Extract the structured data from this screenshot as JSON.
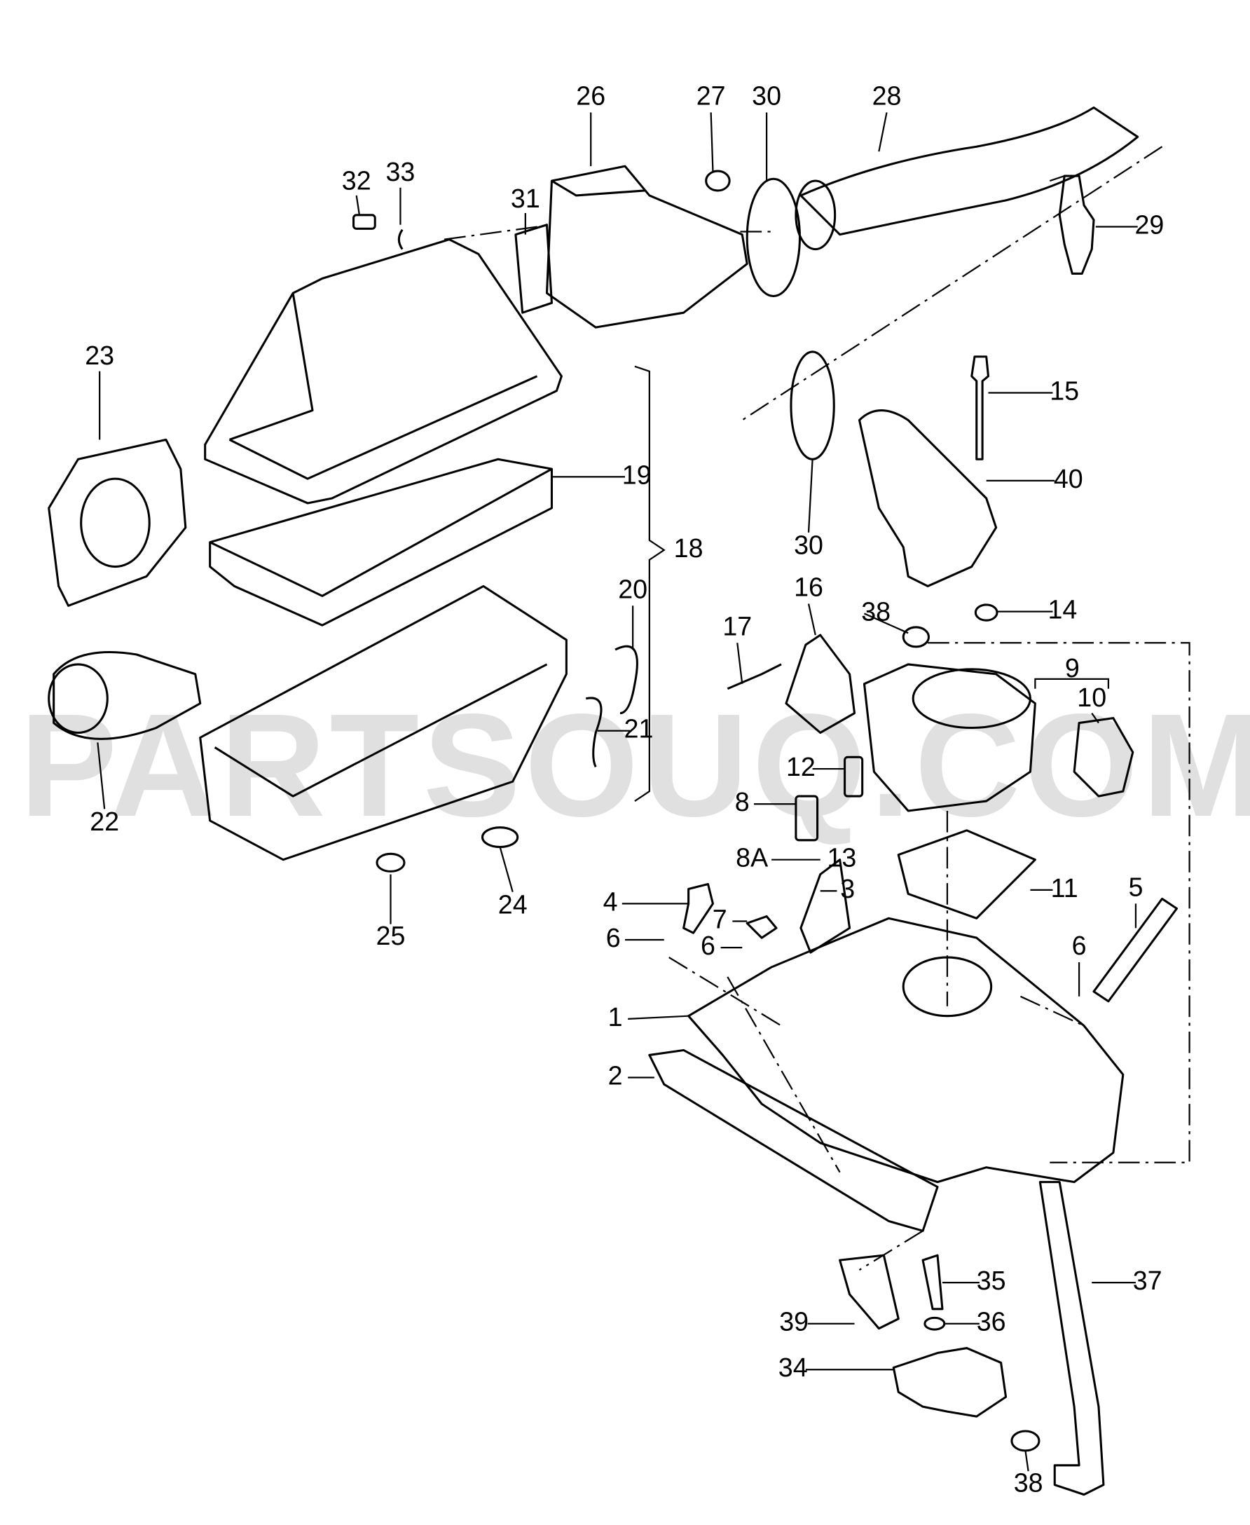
{
  "watermark": "PARTSOUQ.COM",
  "callouts": [
    "26",
    "27",
    "30",
    "28",
    "32",
    "33",
    "31",
    "29",
    "23",
    "15",
    "19",
    "40",
    "18",
    "30",
    "20",
    "16",
    "38",
    "14",
    "17",
    "9",
    "10",
    "21",
    "12",
    "22",
    "8",
    "8A",
    "13",
    "3",
    "11",
    "25",
    "24",
    "4",
    "5",
    "7",
    "6",
    "6",
    "6",
    "1",
    "2",
    "35",
    "37",
    "39",
    "36",
    "34",
    "38"
  ]
}
